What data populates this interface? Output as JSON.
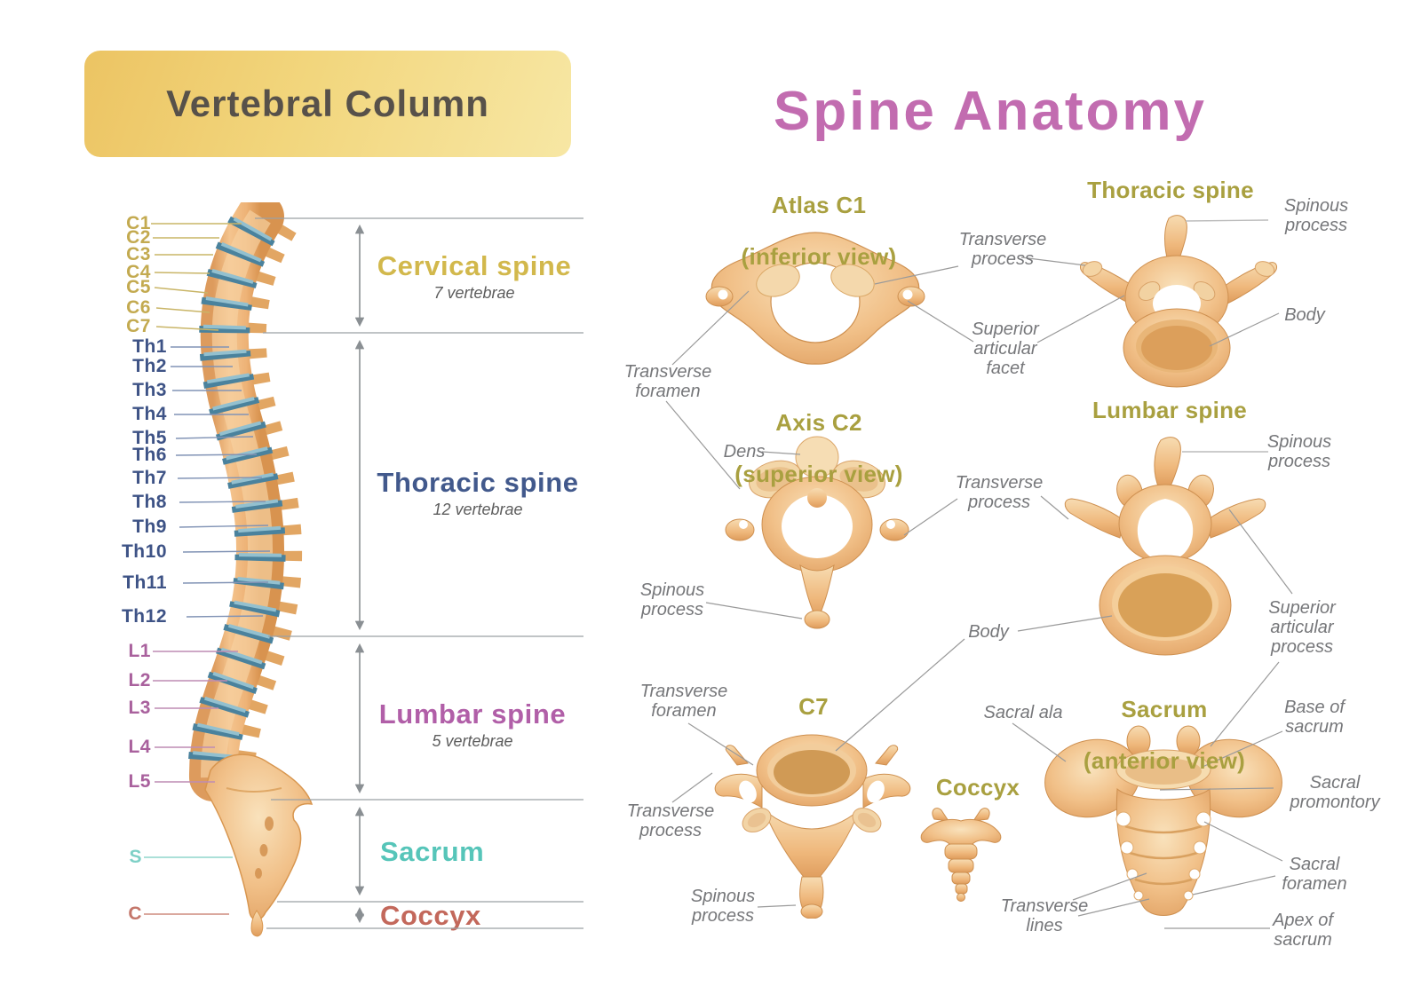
{
  "left_panel": {
    "title": "Vertebral Column",
    "cervical": {
      "region": "Cervical spine",
      "sub": "7 vertebrae",
      "labels": [
        "C1",
        "C2",
        "C3",
        "C4",
        "C5",
        "C6",
        "C7"
      ]
    },
    "thoracic": {
      "region": "Thoracic spine",
      "sub": "12 vertebrae",
      "labels": [
        "Th1",
        "Th2",
        "Th3",
        "Th4",
        "Th5",
        "Th6",
        "Th7",
        "Th8",
        "Th9",
        "Th10",
        "Th11",
        "Th12"
      ]
    },
    "lumbar": {
      "region": "Lumbar spine",
      "sub": "5 vertebrae",
      "labels": [
        "L1",
        "L2",
        "L3",
        "L4",
        "L5"
      ]
    },
    "sacrum": {
      "region": "Sacrum",
      "label": "S"
    },
    "coccyx": {
      "region": "Coccyx",
      "label": "C"
    }
  },
  "right_panel": {
    "title": "Spine Anatomy",
    "diagrams": {
      "atlas": {
        "title": "Atlas C1",
        "subtitle": "(inferior view)"
      },
      "thoracic": {
        "title": "Thoracic spine"
      },
      "axis": {
        "title": "Axis C2",
        "subtitle": "(superior view)"
      },
      "lumbar": {
        "title": "Lumbar spine"
      },
      "c7": {
        "title": "C7"
      },
      "coccyx": {
        "title": "Coccyx"
      },
      "sacrum": {
        "title": "Sacrum",
        "subtitle": "(anterior view)"
      }
    },
    "annotations": {
      "transverse_process_upper": "Transverse\nprocess",
      "superior_articular_facet": "Superior\narticular\nfacet",
      "transverse_foramen_upper": "Transverse\nforamen",
      "dens": "Dens",
      "transverse_process_mid": "Transverse\nprocess",
      "spinous_process_axis": "Spinous\nprocess",
      "body_mid": "Body",
      "spinous_process_thoracic": "Spinous\nprocess",
      "body_thoracic": "Body",
      "spinous_process_lumbar": "Spinous\nprocess",
      "superior_articular_process": "Superior\narticular\nprocess",
      "transverse_foramen_c7": "Transverse\nforamen",
      "transverse_process_c7": "Transverse\nprocess",
      "spinous_process_c7": "Spinous\nprocess",
      "sacral_ala": "Sacral ala",
      "base_of_sacrum": "Base of\nsacrum",
      "sacral_promontory": "Sacral\npromontory",
      "sacral_foramen": "Sacral\nforamen",
      "apex_of_sacrum": "Apex of\nsacrum",
      "transverse_lines": "Transverse\nlines"
    }
  },
  "colors": {
    "title_box_gold": "#f0d27a",
    "main_title_pink": "#c26cb0",
    "diagram_title_olive": "#a9a040",
    "cervical": "#c3aa50",
    "thoracic": "#3e5386",
    "lumbar": "#a9619d",
    "sacrum_teal": "#7ed0c6",
    "coccyx_red": "#c4766a",
    "annotation_gray": "#76777a",
    "bone": "#f0bc80",
    "disc_blue": "#4a829d"
  }
}
